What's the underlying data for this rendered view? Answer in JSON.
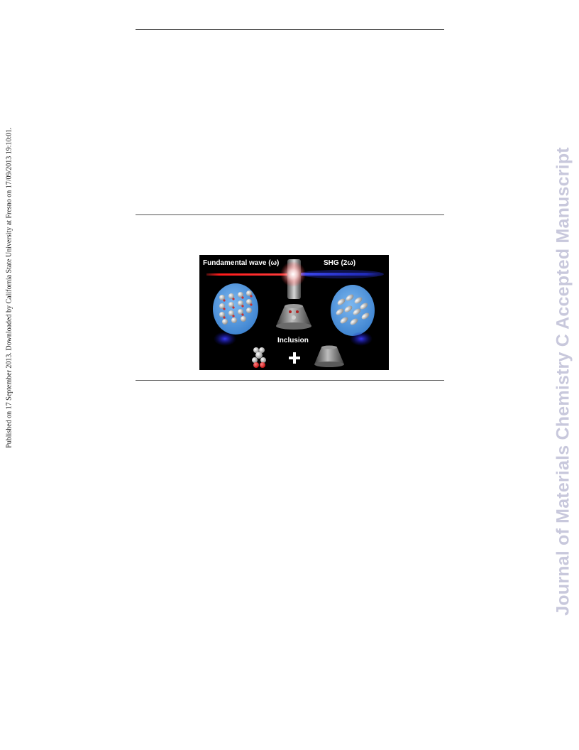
{
  "side_text_left": "Published on 17 September 2013. Downloaded by California State University at Fresno on 17/09/2013 19:10:01.",
  "side_text_right": "Journal of Materials Chemistry C Accepted Manuscript",
  "figure": {
    "label_fundamental": "Fundamental wave (ω)",
    "label_shg": "SHG (2ω)",
    "label_inclusion": "Inclusion",
    "plus_symbol": "+",
    "colors": {
      "background": "#000000",
      "red_beam": "#e81c1c",
      "blue_beam": "#2a35d8",
      "crystal_disc": "#5b9ee0"
    }
  }
}
